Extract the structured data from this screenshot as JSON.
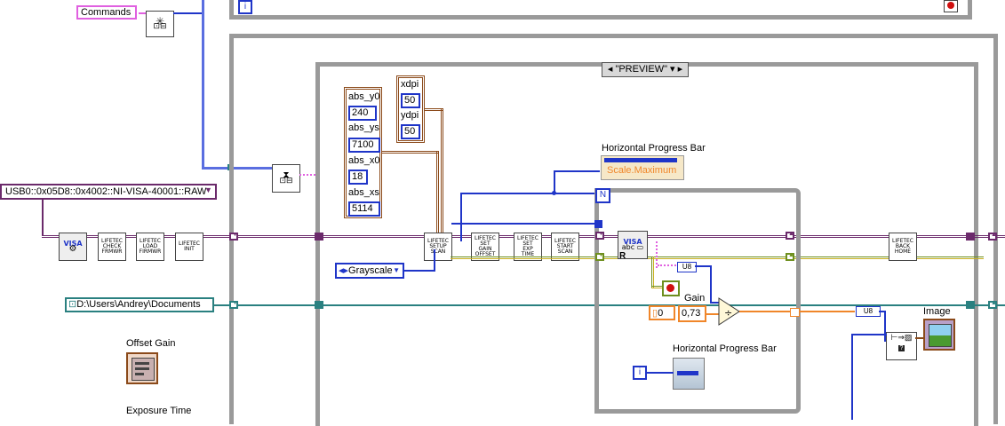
{
  "top": {
    "commands_label": "Commands",
    "info_glyph": "i"
  },
  "frame_selector": {
    "value": "\"PREVIEW\""
  },
  "visa": {
    "resource": "USB0::0x05D8::0x4002::NI-VISA-40001::RAW"
  },
  "path": {
    "value": "D:\\Users\\Andrey\\Documents"
  },
  "scan_params": {
    "labels": [
      "abs_y0",
      "abs_ys",
      "abs_x0",
      "abs_xs"
    ],
    "values": [
      "240",
      "7100",
      "18",
      "5114"
    ]
  },
  "dpi": {
    "labels": [
      "xdpi",
      "ydpi"
    ],
    "values": [
      "50",
      "50"
    ]
  },
  "subvis": {
    "check": [
      "LIFETEC",
      "CHECK",
      "FRMWR"
    ],
    "load": [
      "LIFETEC",
      "LOAD",
      "FIRMWR"
    ],
    "init": [
      "LIFETEC",
      "INIT"
    ],
    "setup": [
      "LIFETEC",
      "SETUP",
      "SCAN"
    ],
    "gain": [
      "LIFETEC",
      "SET",
      "GAIN",
      "OFFSET"
    ],
    "exp": [
      "LIFETEC",
      "SET",
      "EXP",
      "TIME"
    ],
    "start": [
      "LIFETEC",
      "START",
      "SCAN"
    ],
    "back": [
      "LIFETEC",
      "BACK",
      "HOME"
    ]
  },
  "mode": {
    "value": "Grayscale"
  },
  "progress_top": {
    "label": "Horizontal Progress Bar",
    "property": "Scale.Maximum"
  },
  "progress_bottom": {
    "label": "Horizontal Progress Bar"
  },
  "gain": {
    "label": "Gain",
    "zero": "0",
    "value": "0,73"
  },
  "types": {
    "u8_1": "U8",
    "u8_2": "U8"
  },
  "loop": {
    "n_label": "N",
    "r_label": "R"
  },
  "image": {
    "label": "Image"
  },
  "left_panel": {
    "offset_gain": "Offset Gain",
    "exposure_time": "Exposure Time"
  },
  "colors": {
    "frame_gray": "#9a9a9a",
    "visa_wire": "#6b2a6b",
    "path_wire": "#2a8080",
    "numeric_blue": "#1f35c8",
    "cluster_brown": "#8b4a1a",
    "string_pink": "#e060e0",
    "bool_green": "#6e8f1e",
    "orange": "#f0862a"
  }
}
